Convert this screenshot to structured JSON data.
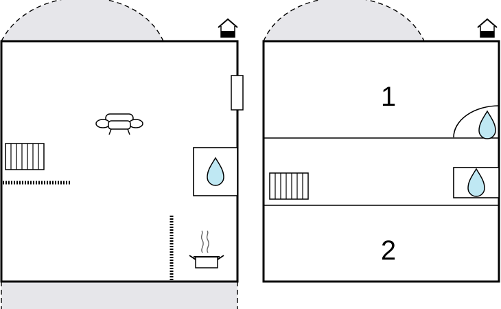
{
  "plans": [
    {
      "name": "floor-plan-left",
      "rooms": []
    },
    {
      "name": "floor-plan-right",
      "rooms": [
        {
          "label": "1"
        },
        {
          "label": "2"
        }
      ]
    }
  ],
  "icons": {
    "floor_indicator": "house-floor-indicator-icon",
    "sofa": "sofa-icon",
    "radiator": "radiator-icon",
    "bathroom": "water-drop-icon",
    "kitchen": "cooking-pot-icon"
  },
  "colors": {
    "water_drop": "#bfe8f3",
    "door_area": "#e6e6ea",
    "wall": "#000000"
  }
}
